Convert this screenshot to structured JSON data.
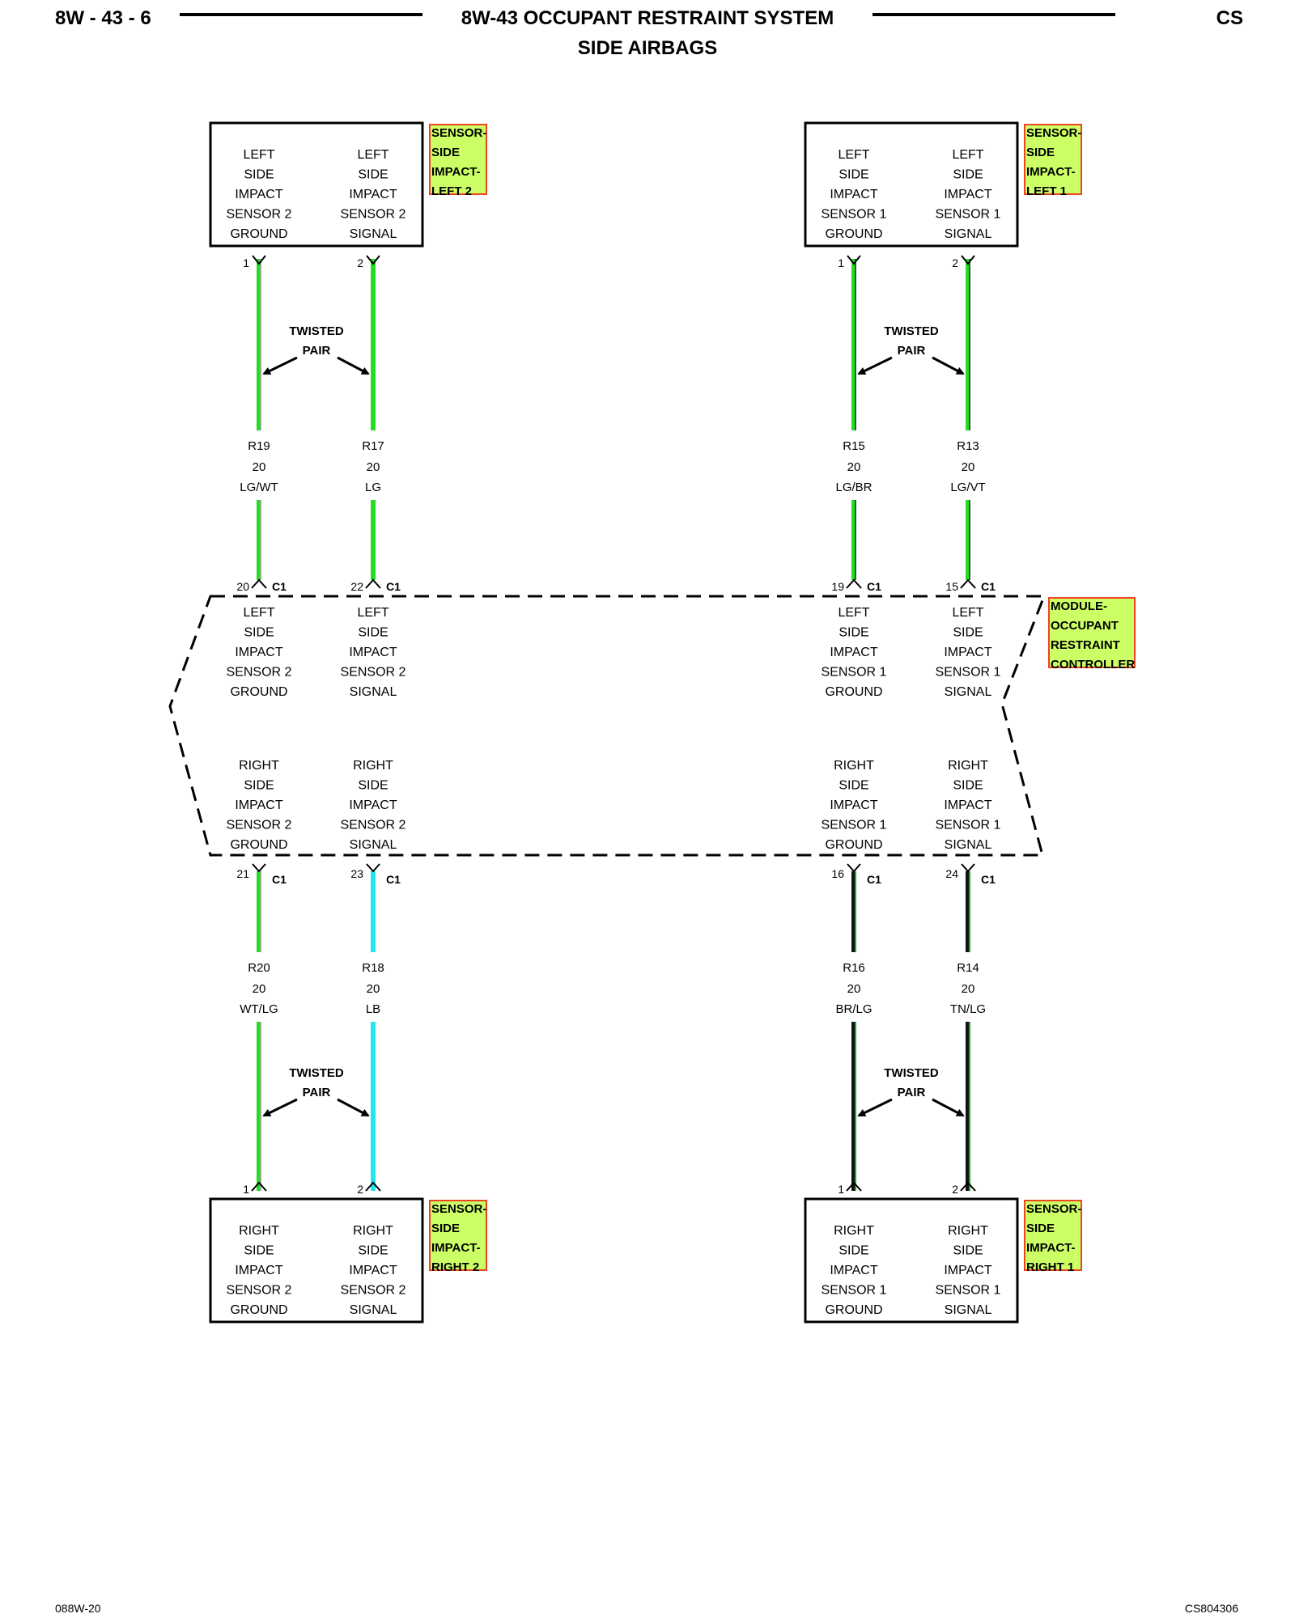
{
  "header": {
    "page": "8W - 43 - 6",
    "title": "8W-43 OCCUPANT RESTRAINT SYSTEM",
    "subtitle": "SIDE AIRBAGS",
    "code": "CS"
  },
  "footer": {
    "left": "088W-20",
    "right": "CS804306"
  },
  "tags": {
    "sensor_left2": [
      "SENSOR-",
      "SIDE",
      "IMPACT-",
      "LEFT 2"
    ],
    "sensor_left1": [
      "SENSOR-",
      "SIDE",
      "IMPACT-",
      "LEFT 1"
    ],
    "module": [
      "MODULE-",
      "OCCUPANT",
      "RESTRAINT",
      "CONTROLLER"
    ],
    "sensor_right2": [
      "SENSOR-",
      "SIDE",
      "IMPACT-",
      "RIGHT 2"
    ],
    "sensor_right1": [
      "SENSOR-",
      "SIDE",
      "IMPACT-",
      "RIGHT 1"
    ]
  },
  "boxes": {
    "left2": [
      [
        "LEFT",
        "SIDE",
        "IMPACT",
        "SENSOR 2",
        "GROUND"
      ],
      [
        "LEFT",
        "SIDE",
        "IMPACT",
        "SENSOR 2",
        "SIGNAL"
      ]
    ],
    "left1": [
      [
        "LEFT",
        "SIDE",
        "IMPACT",
        "SENSOR 1",
        "GROUND"
      ],
      [
        "LEFT",
        "SIDE",
        "IMPACT",
        "SENSOR 1",
        "SIGNAL"
      ]
    ],
    "right2": [
      [
        "RIGHT",
        "SIDE",
        "IMPACT",
        "SENSOR 2",
        "GROUND"
      ],
      [
        "RIGHT",
        "SIDE",
        "IMPACT",
        "SENSOR 2",
        "SIGNAL"
      ]
    ],
    "right1": [
      [
        "RIGHT",
        "SIDE",
        "IMPACT",
        "SENSOR 1",
        "GROUND"
      ],
      [
        "RIGHT",
        "SIDE",
        "IMPACT",
        "SENSOR 1",
        "SIGNAL"
      ]
    ]
  },
  "module_labels": {
    "top": [
      [
        "LEFT",
        "SIDE",
        "IMPACT",
        "SENSOR 2",
        "GROUND"
      ],
      [
        "LEFT",
        "SIDE",
        "IMPACT",
        "SENSOR 2",
        "SIGNAL"
      ],
      [
        "LEFT",
        "SIDE",
        "IMPACT",
        "SENSOR 1",
        "GROUND"
      ],
      [
        "LEFT",
        "SIDE",
        "IMPACT",
        "SENSOR 1",
        "SIGNAL"
      ]
    ],
    "bottom": [
      [
        "RIGHT",
        "SIDE",
        "IMPACT",
        "SENSOR 2",
        "GROUND"
      ],
      [
        "RIGHT",
        "SIDE",
        "IMPACT",
        "SENSOR 2",
        "SIGNAL"
      ],
      [
        "RIGHT",
        "SIDE",
        "IMPACT",
        "SENSOR 1",
        "GROUND"
      ],
      [
        "RIGHT",
        "SIDE",
        "IMPACT",
        "SENSOR 1",
        "SIGNAL"
      ]
    ]
  },
  "twisted_pair": [
    "TWISTED",
    "PAIR"
  ],
  "connector": "C1",
  "wires": {
    "top": [
      {
        "circuit": "R19",
        "gauge": "20",
        "color": "LG/WT",
        "sensor_pin": "1",
        "module_pin": "20",
        "stroke": "#22dd22",
        "tracer": "#aaaaaa"
      },
      {
        "circuit": "R17",
        "gauge": "20",
        "color": "LG",
        "sensor_pin": "2",
        "module_pin": "22",
        "stroke": "#22dd22",
        "tracer": ""
      },
      {
        "circuit": "R15",
        "gauge": "20",
        "color": "LG/BR",
        "sensor_pin": "1",
        "module_pin": "19",
        "stroke": "#22dd22",
        "tracer": "#333333"
      },
      {
        "circuit": "R13",
        "gauge": "20",
        "color": "LG/VT",
        "sensor_pin": "2",
        "module_pin": "15",
        "stroke": "#22dd22",
        "tracer": "#333333"
      }
    ],
    "bottom": [
      {
        "circuit": "R20",
        "gauge": "20",
        "color": "WT/LG",
        "sensor_pin": "1",
        "module_pin": "21",
        "stroke": "#22dd22",
        "tracer": "#aaaaaa"
      },
      {
        "circuit": "R18",
        "gauge": "20",
        "color": "LB",
        "sensor_pin": "2",
        "module_pin": "23",
        "stroke": "#22e6ee",
        "tracer": ""
      },
      {
        "circuit": "R16",
        "gauge": "20",
        "color": "BR/LG",
        "sensor_pin": "1",
        "module_pin": "16",
        "stroke": "#111111",
        "tracer": "#22dd22"
      },
      {
        "circuit": "R14",
        "gauge": "20",
        "color": "TN/LG",
        "sensor_pin": "2",
        "module_pin": "24",
        "stroke": "#111111",
        "tracer": "#22dd22"
      }
    ]
  },
  "colors": {
    "tag_fill": "#ccff66",
    "tag_border": "#ee4422"
  }
}
